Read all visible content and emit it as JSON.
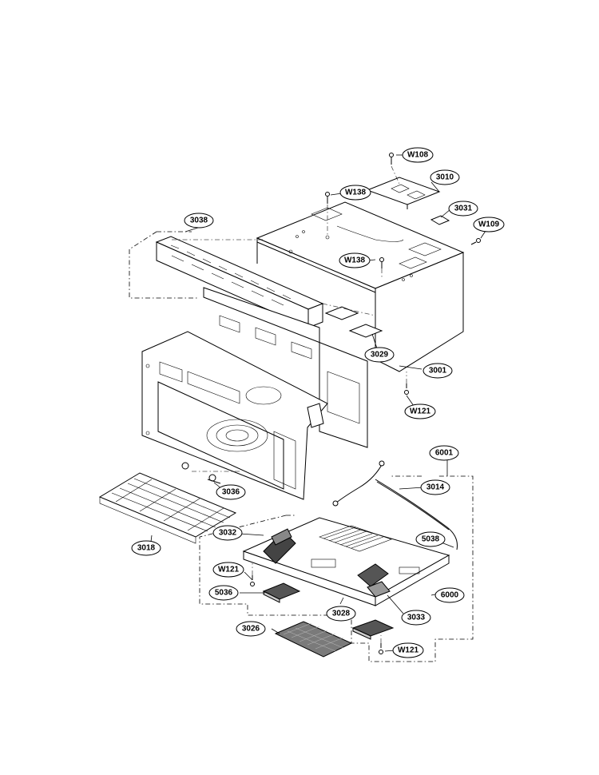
{
  "diagram": {
    "callouts": [
      {
        "id": "w108",
        "label": "W108"
      },
      {
        "id": "p3010",
        "label": "3010"
      },
      {
        "id": "w138a",
        "label": "W138"
      },
      {
        "id": "p3031",
        "label": "3031"
      },
      {
        "id": "w109",
        "label": "W109"
      },
      {
        "id": "p3038",
        "label": "3038"
      },
      {
        "id": "w138b",
        "label": "W138"
      },
      {
        "id": "p3029",
        "label": "3029"
      },
      {
        "id": "p3001",
        "label": "3001"
      },
      {
        "id": "w121a",
        "label": "W121"
      },
      {
        "id": "p6001",
        "label": "6001"
      },
      {
        "id": "p3014",
        "label": "3014"
      },
      {
        "id": "p3036",
        "label": "3036"
      },
      {
        "id": "p3018",
        "label": "3018"
      },
      {
        "id": "p3032",
        "label": "3032"
      },
      {
        "id": "p5038",
        "label": "5038"
      },
      {
        "id": "w121b",
        "label": "W121"
      },
      {
        "id": "p5036",
        "label": "5036"
      },
      {
        "id": "p6000",
        "label": "6000"
      },
      {
        "id": "p3028",
        "label": "3028"
      },
      {
        "id": "p3033",
        "label": "3033"
      },
      {
        "id": "p3026",
        "label": "3026"
      },
      {
        "id": "w121c",
        "label": "W121"
      }
    ]
  }
}
